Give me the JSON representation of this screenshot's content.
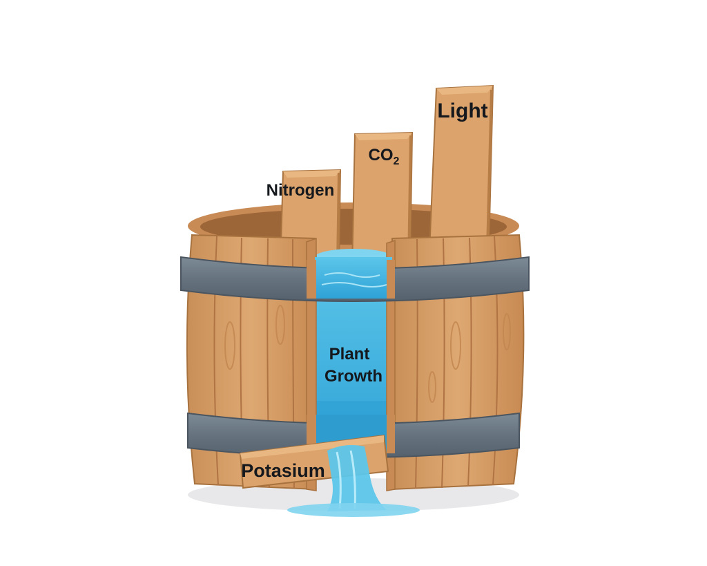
{
  "diagram": {
    "staves": [
      {
        "id": "nitrogen",
        "label": "Nitrogen"
      },
      {
        "id": "co2",
        "label": "CO",
        "subscript": "2"
      },
      {
        "id": "light",
        "label": "Light"
      },
      {
        "id": "potassium",
        "label": "Potasium"
      }
    ],
    "water": {
      "label_line1": "Plant",
      "label_line2": "Growth"
    },
    "colors": {
      "wood": "#d9a26a",
      "wood_dark": "#b87a45",
      "hoop": "#6b7a87",
      "water": "#4cb8e0"
    }
  }
}
